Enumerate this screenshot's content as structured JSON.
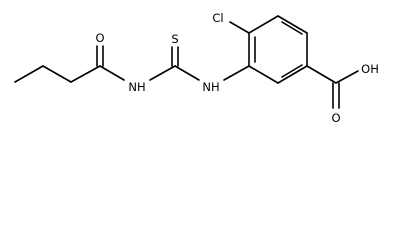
{
  "structure": {
    "atoms": {
      "carbonyl_oxygen": "O",
      "amide_nitrogen": "NH",
      "thio_sulfur": "S",
      "thioamide_nitrogen": "NH",
      "chlorine": "Cl",
      "carboxyl_oxygen": "O",
      "hydroxyl": "OH"
    }
  }
}
